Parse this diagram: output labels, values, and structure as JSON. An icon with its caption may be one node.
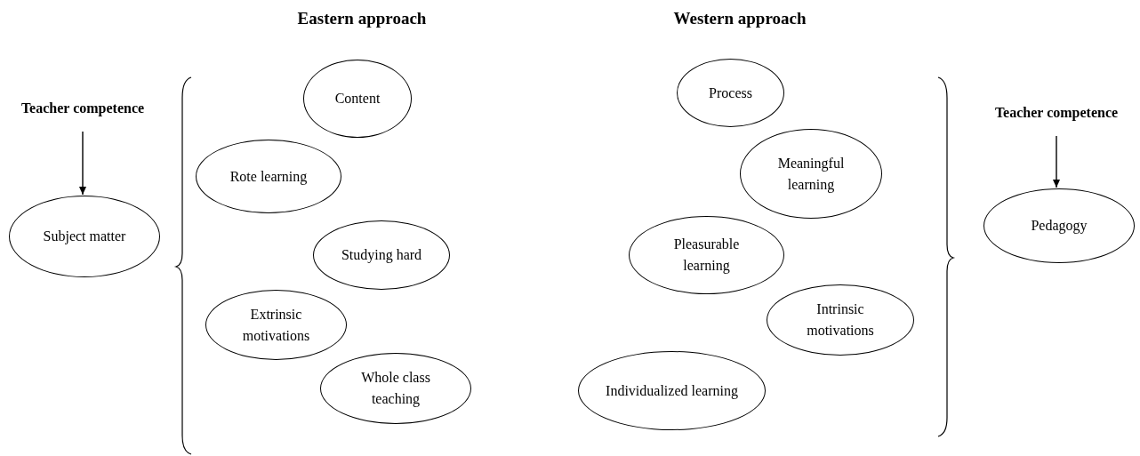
{
  "diagram": {
    "nodes": [
      {
        "text": [
          "Teacher competence"
        ]
      },
      {
        "text": [
          "Subject matter"
        ]
      },
      {
        "text": [
          "Content"
        ]
      },
      {
        "text": [
          "Rote learning"
        ]
      },
      {
        "text": [
          "Studying hard"
        ]
      },
      {
        "text": [
          "Extrinsic motivations"
        ]
      },
      {
        "text": [
          "Whole class teaching"
        ]
      },
      {
        "text": [
          "Process"
        ]
      },
      {
        "text": [
          "Meaningful learning"
        ]
      },
      {
        "text": [
          "Pleasurable learning"
        ]
      },
      {
        "text": [
          "Intrinsic motivations"
        ]
      },
      {
        "text": [
          "Individualized learning"
        ]
      },
      {
        "text": [
          "Teacher competence"
        ]
      },
      {
        "text": [
          "Pedagogy"
        ]
      }
    ],
    "edges": [
      {
        "from": 0,
        "to": 1,
        "arrow": "to"
      },
      {
        "from": 12,
        "to": 13,
        "arrow": "to"
      }
    ],
    "labels": [
      "Eastern approach",
      "Western approach"
    ]
  }
}
